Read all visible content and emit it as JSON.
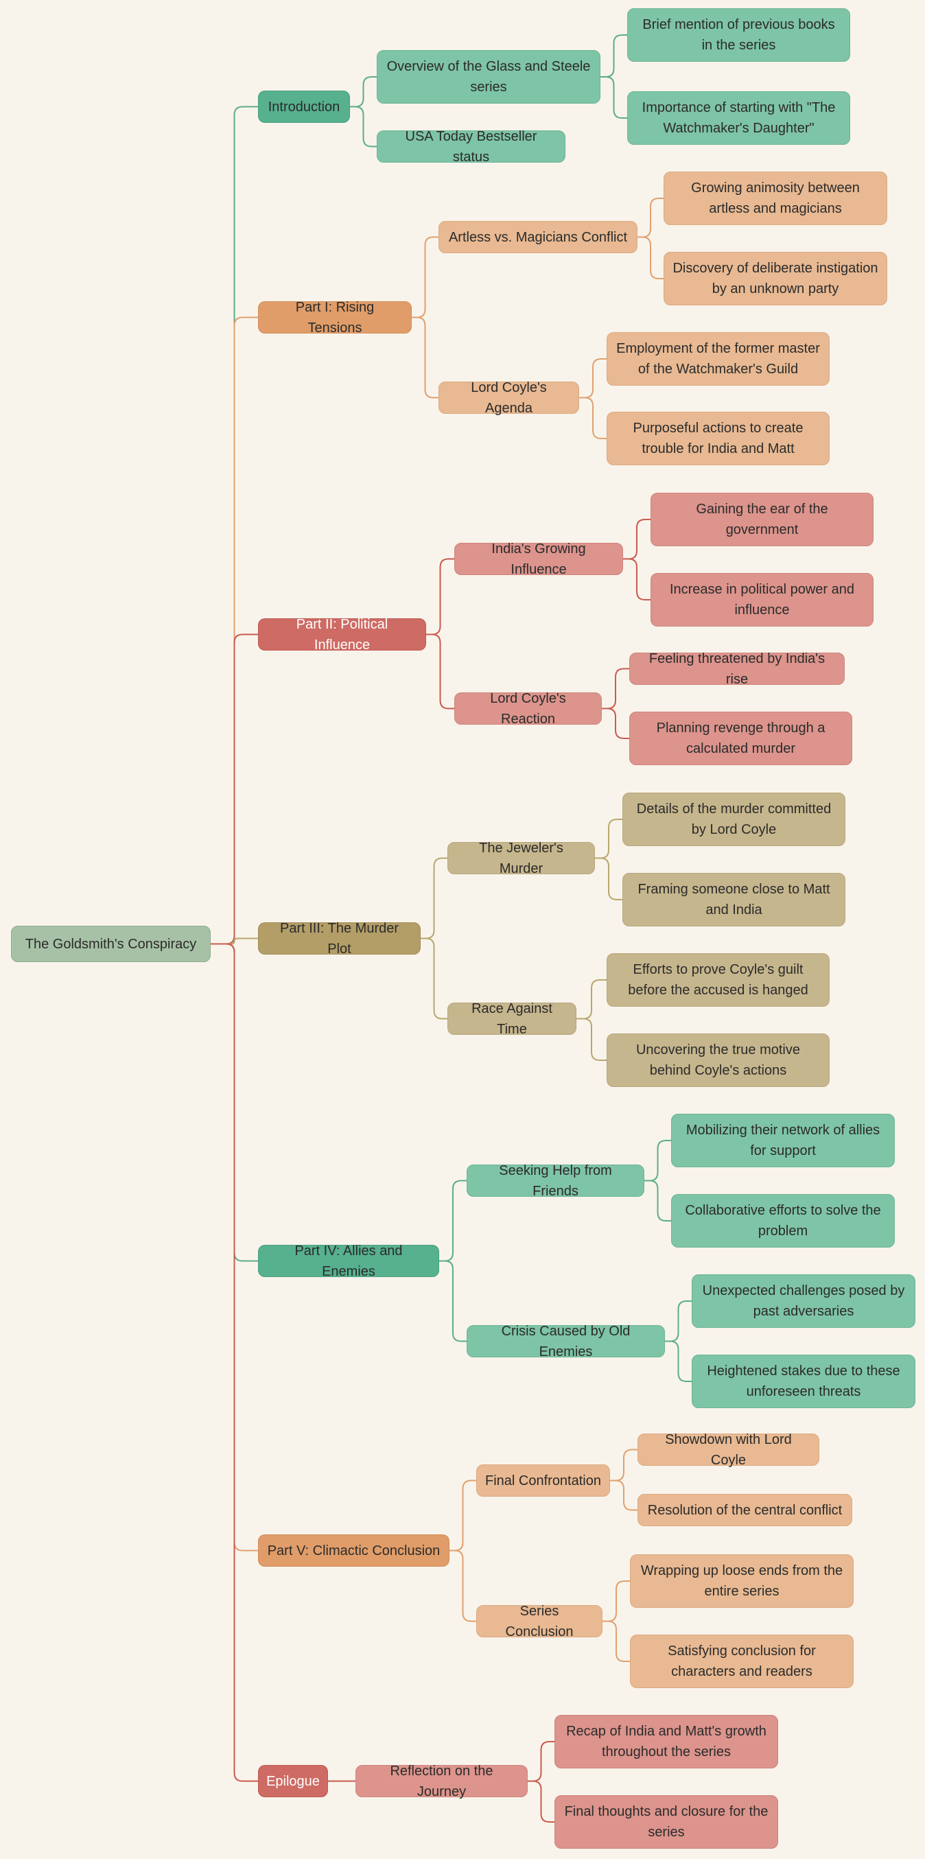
{
  "root": "The Goldsmith's Conspiracy",
  "colors": {
    "green": "#57b08e",
    "orange": "#e09d69",
    "red": "#ce6b64",
    "olive": "#b39e67",
    "background": "#f9f4eb"
  },
  "branches": [
    {
      "label": "Introduction",
      "color": "green",
      "children": [
        {
          "label": "Overview of the Glass and Steele series",
          "children": [
            "Brief mention of previous books in the series",
            "Importance of starting with \"The Watchmaker's Daughter\""
          ]
        },
        {
          "label": "USA Today Bestseller status",
          "children": []
        }
      ]
    },
    {
      "label": "Part I: Rising Tensions",
      "color": "orange",
      "children": [
        {
          "label": "Artless vs. Magicians Conflict",
          "children": [
            "Growing animosity between artless and magicians",
            "Discovery of deliberate instigation by an unknown party"
          ]
        },
        {
          "label": "Lord Coyle's Agenda",
          "children": [
            "Employment of the former master of the Watchmaker's Guild",
            "Purposeful actions to create trouble for India and Matt"
          ]
        }
      ]
    },
    {
      "label": "Part II: Political Influence",
      "color": "red",
      "children": [
        {
          "label": "India's Growing Influence",
          "children": [
            "Gaining the ear of the government",
            "Increase in political power and influence"
          ]
        },
        {
          "label": "Lord Coyle's Reaction",
          "children": [
            "Feeling threatened by India's rise",
            "Planning revenge through a calculated murder"
          ]
        }
      ]
    },
    {
      "label": "Part III: The Murder Plot",
      "color": "olive",
      "children": [
        {
          "label": "The Jeweler's Murder",
          "children": [
            "Details of the murder committed by Lord Coyle",
            "Framing someone close to Matt and India"
          ]
        },
        {
          "label": "Race Against Time",
          "children": [
            "Efforts to prove Coyle's guilt before the accused is hanged",
            "Uncovering the true motive behind Coyle's actions"
          ]
        }
      ]
    },
    {
      "label": "Part IV: Allies and Enemies",
      "color": "green",
      "children": [
        {
          "label": "Seeking Help from Friends",
          "children": [
            "Mobilizing their network of allies for support",
            "Collaborative efforts to solve the problem"
          ]
        },
        {
          "label": "Crisis Caused by Old Enemies",
          "children": [
            "Unexpected challenges posed by past adversaries",
            "Heightened stakes due to these unforeseen threats"
          ]
        }
      ]
    },
    {
      "label": "Part V: Climactic Conclusion",
      "color": "orange",
      "children": [
        {
          "label": "Final Confrontation",
          "children": [
            "Showdown with Lord Coyle",
            "Resolution of the central conflict"
          ]
        },
        {
          "label": "Series Conclusion",
          "children": [
            "Wrapping up loose ends from the entire series",
            "Satisfying conclusion for characters and readers"
          ]
        }
      ]
    },
    {
      "label": "Epilogue",
      "color": "red",
      "children": [
        {
          "label": "Reflection on the Journey",
          "children": [
            "Recap of India and Matt's growth throughout the series",
            "Final thoughts and closure for the series"
          ]
        }
      ]
    }
  ]
}
